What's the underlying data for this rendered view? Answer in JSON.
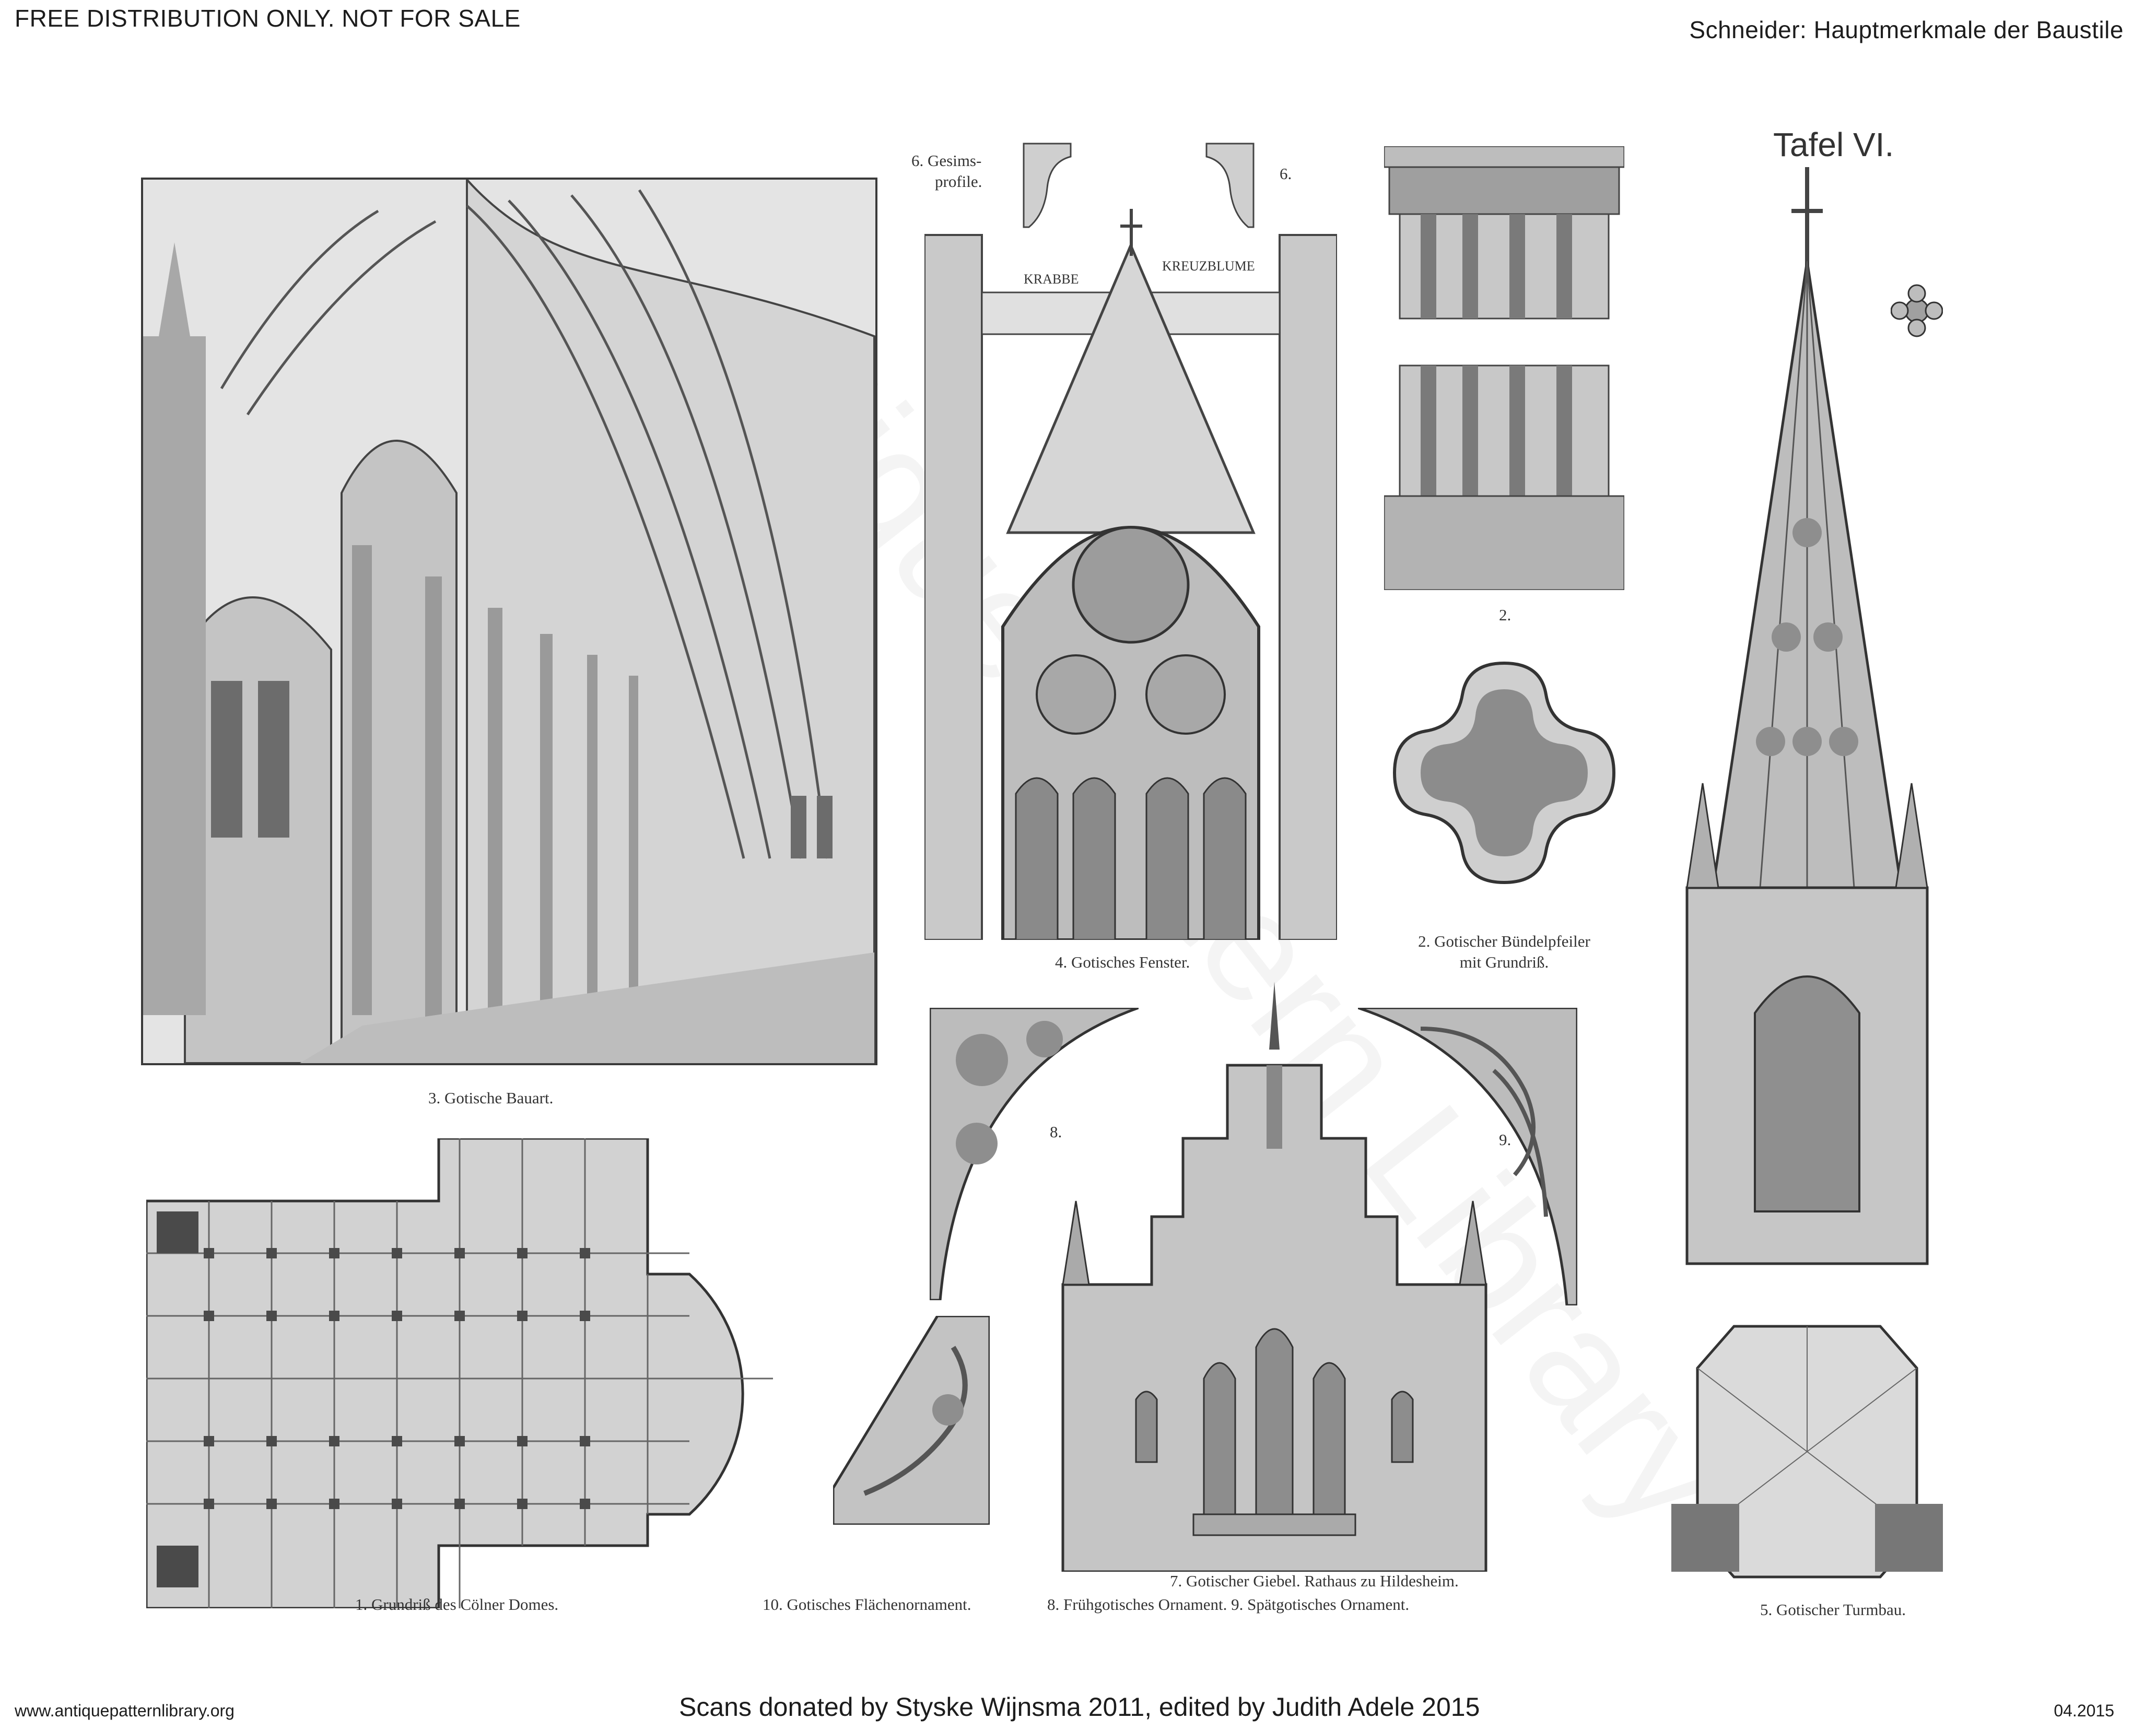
{
  "header": {
    "left": "FREE DISTRIBUTION ONLY.  NOT FOR SALE",
    "right": "Schneider: Hauptmerkmale der Baustile"
  },
  "plate_title": "Tafel VI.",
  "figures": {
    "fig3": {
      "caption": "3. Gotische Bauart."
    },
    "fig1": {
      "caption": "1. Grundriß des Cölner Domes."
    },
    "fig6": {
      "label_left_1": "6. Gesims-",
      "label_left_2": "profile.",
      "label_right": "6."
    },
    "fig4": {
      "caption": "4. Gotisches Fenster.",
      "label_krabbe": "KRABBE",
      "label_kreuzblume": "KREUZBLUME"
    },
    "fig2": {
      "number": "2.",
      "caption_line1": "2. Gotischer Bündelpfeiler",
      "caption_line2": "mit Grundriß."
    },
    "fig8": {
      "number": "8."
    },
    "fig9": {
      "number": "9."
    },
    "fig10": {
      "caption": "10. Gotisches Flächenornament."
    },
    "fig7": {
      "caption": "7. Gotischer Giebel. Rathaus zu Hildesheim."
    },
    "fig8_9_caption": "8. Frühgotisches Ornament.   9. Spätgotisches Ornament.",
    "fig5": {
      "caption": "5. Gotischer Turmbau."
    }
  },
  "watermark": "Antique Pattern Library",
  "footer": {
    "left": "www.antiquepatternlibrary.org",
    "center": "Scans donated by Styske Wijnsma 2011, edited by Judith Adele 2015",
    "right": "04.2015"
  }
}
